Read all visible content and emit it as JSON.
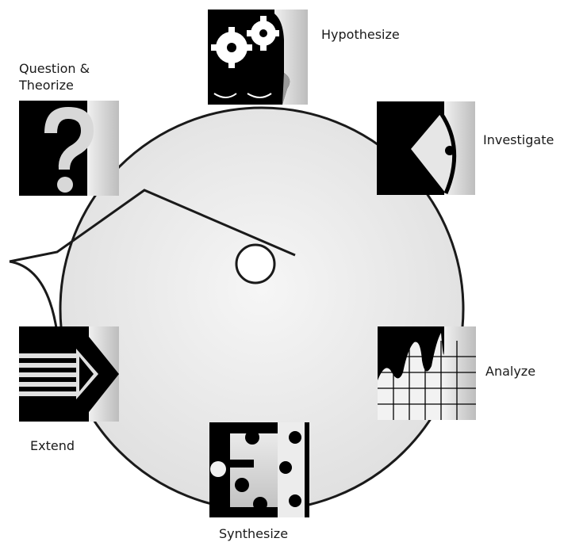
{
  "stages": {
    "hypothesize": {
      "label": "Hypothesize",
      "icon": "gears-head-icon"
    },
    "question": {
      "label_line1": "Question &",
      "label_line2": "Theorize",
      "icon": "question-mark-icon"
    },
    "investigate": {
      "label": "Investigate",
      "icon": "eye-icon"
    },
    "analyze": {
      "label": "Analyze",
      "icon": "graph-icon"
    },
    "synthesize": {
      "label": "Synthesize",
      "icon": "puzzle-icon"
    },
    "extend": {
      "label": "Extend",
      "icon": "arrow-icon"
    }
  },
  "colors": {
    "panel_light": "#cfcfcf",
    "panel_dark": "#000000",
    "circle_fill": "#eaeaea",
    "stroke": "#1a1a1a"
  }
}
